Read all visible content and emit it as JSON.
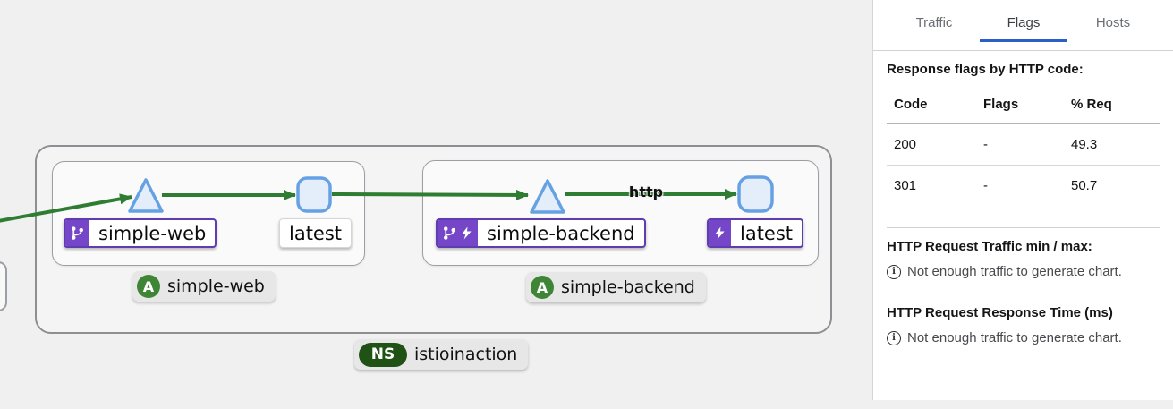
{
  "graph": {
    "namespace": {
      "badge": "NS",
      "label": "istioinaction"
    },
    "groups": [
      {
        "app_badge": "A",
        "app_label": "simple-web",
        "service": {
          "label": "simple-web",
          "badges": [
            "code-branch"
          ]
        },
        "workload": {
          "label": "latest",
          "badges": []
        }
      },
      {
        "app_badge": "A",
        "app_label": "simple-backend",
        "service": {
          "label": "simple-backend",
          "badges": [
            "code-branch",
            "lightning-bolt"
          ]
        },
        "workload": {
          "label": "latest",
          "badges": [
            "lightning-bolt"
          ]
        }
      }
    ],
    "edge_label": "http",
    "colors": {
      "edge_green": "#2e7d32",
      "node_fill": "#e4eefb",
      "node_border": "#66a1e4",
      "badge_purple": "#7546c8",
      "app_green": "#3E8635",
      "ns_green": "#1f5214"
    }
  },
  "panel": {
    "tabs": [
      {
        "label": "Traffic",
        "active": false
      },
      {
        "label": "Flags",
        "active": true
      },
      {
        "label": "Hosts",
        "active": false
      }
    ],
    "accent_blue": "#2b5fc7",
    "flags_section": {
      "title": "Response flags by HTTP code:",
      "table": {
        "headers": [
          "Code",
          "Flags",
          "% Req"
        ],
        "rows": [
          [
            "200",
            "-",
            "49.3"
          ],
          [
            "301",
            "-",
            "50.7"
          ]
        ]
      }
    },
    "traffic_chart": {
      "title": "HTTP Request Traffic min / max:",
      "message": "Not enough traffic to generate chart."
    },
    "response_time_chart": {
      "title": "HTTP Request Response Time (ms)",
      "message": "Not enough traffic to generate chart."
    }
  }
}
